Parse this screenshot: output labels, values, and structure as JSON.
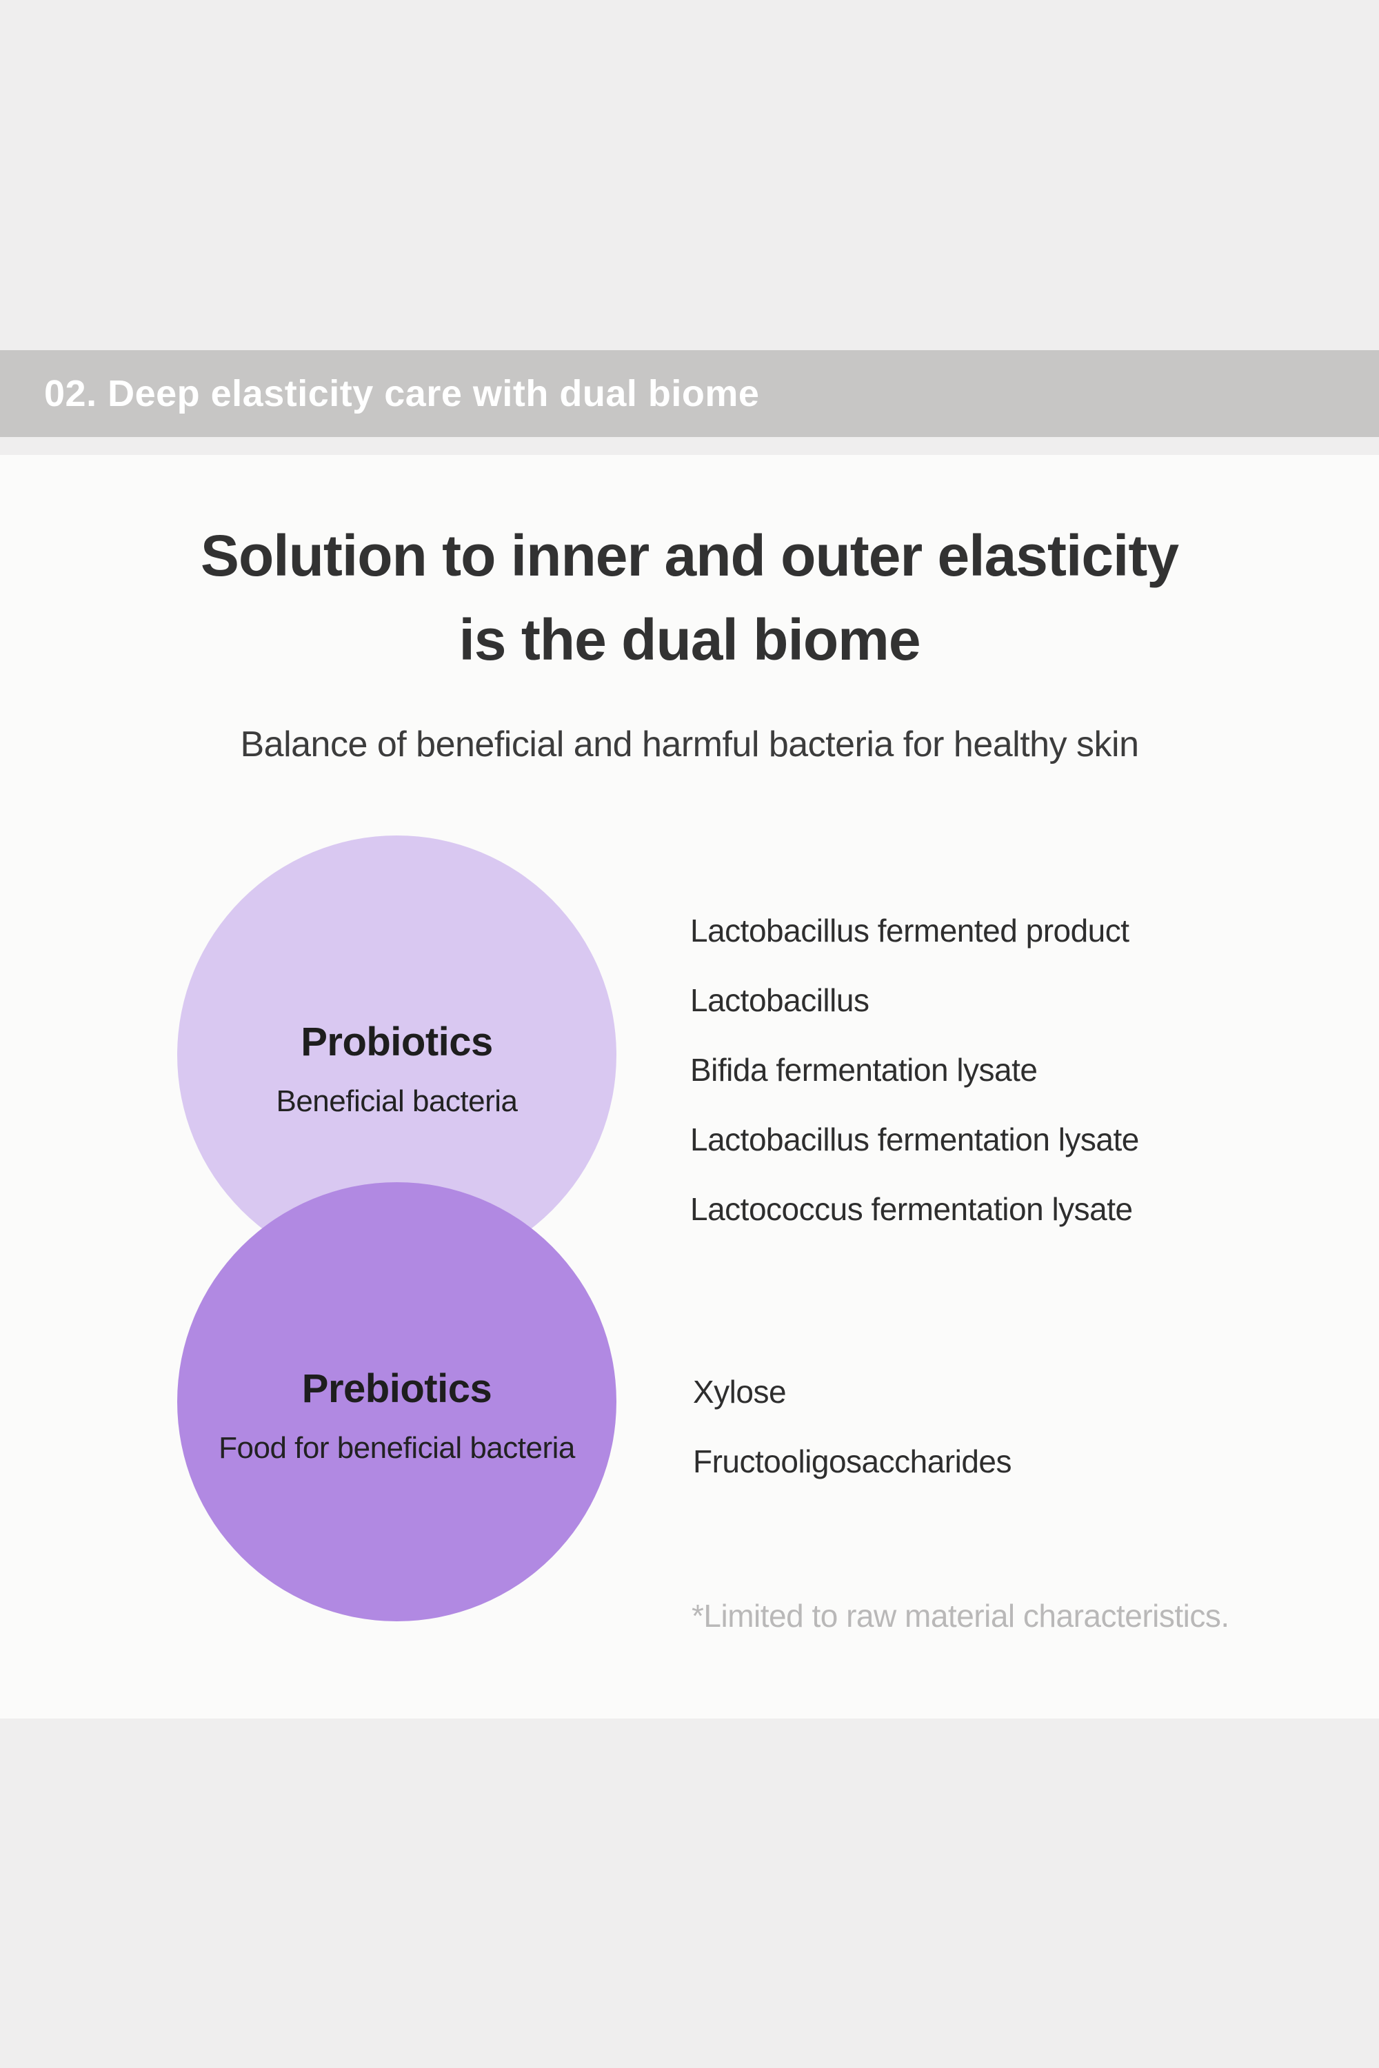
{
  "banner": {
    "label": "02. Deep elasticity care with dual biome"
  },
  "heading": {
    "line1": "Solution to inner and outer elasticity",
    "line2": "is the dual biome"
  },
  "subheading": "Balance of beneficial and harmful bacteria for healthy skin",
  "probiotics": {
    "title": "Probiotics",
    "subtitle": "Beneficial bacteria",
    "circle_color": "#d9c8f1",
    "items": [
      "Lactobacillus fermented product",
      "Lactobacillus",
      "Bifida fermentation lysate",
      "Lactobacillus fermentation lysate",
      "Lactococcus fermentation lysate"
    ]
  },
  "prebiotics": {
    "title": "Prebiotics",
    "subtitle": "Food for beneficial bacteria",
    "circle_color": "#b189e2",
    "items": [
      "Xylose",
      "Fructooligosaccharides"
    ]
  },
  "footnote": "*Limited to raw material characteristics.",
  "colors": {
    "page_background": "#efeeee",
    "banner_background": "#c7c6c5",
    "banner_text": "#ffffff",
    "card_background": "#fbfbfa",
    "heading_text": "#323232",
    "body_text": "#2e2e2e",
    "footnote_text": "#b9b8b8"
  }
}
